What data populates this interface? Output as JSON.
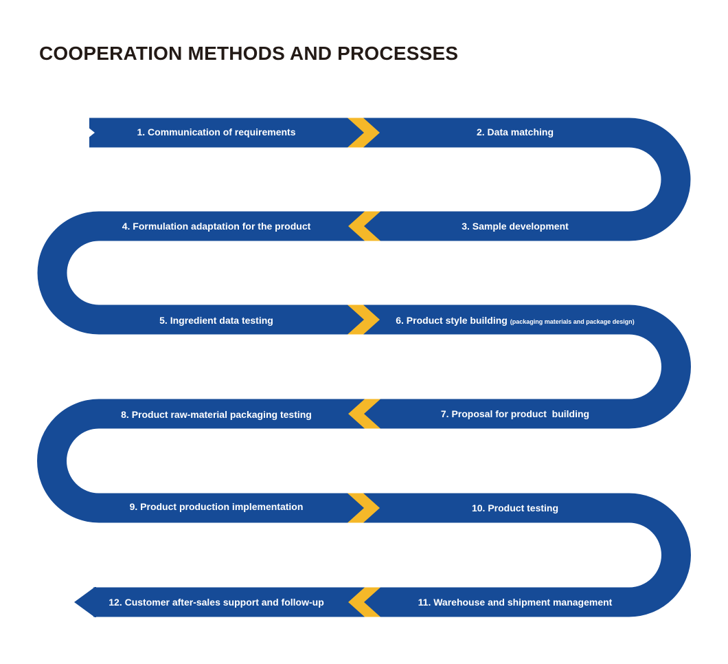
{
  "title": "COOPERATION METHODS AND PROCESSES",
  "colors": {
    "band": "#164b97",
    "chevron": "#f5b829",
    "title": "#231a16",
    "label": "#ffffff"
  },
  "steps": [
    {
      "label": "1. Communication of requirements"
    },
    {
      "label": "2. Data matching"
    },
    {
      "label": "3. Sample development"
    },
    {
      "label": "4. Formulation adaptation for the product"
    },
    {
      "label": "5. Ingredient data testing"
    },
    {
      "label": "6. Product style building",
      "sub": "(packaging materials and package design)"
    },
    {
      "label": "7. Proposal for product  building"
    },
    {
      "label": "8. Product raw-material packaging testing"
    },
    {
      "label": "9. Product production implementation"
    },
    {
      "label": "10. Product testing"
    },
    {
      "label": "11. Warehouse and shipment management"
    },
    {
      "label": "12. Customer after-sales support and follow-up"
    }
  ]
}
